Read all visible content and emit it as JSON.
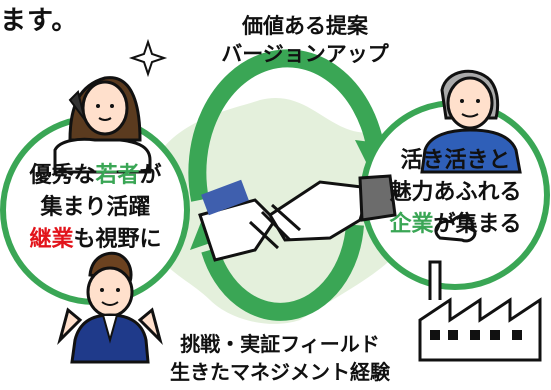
{
  "colors": {
    "green": "#3aa655",
    "red": "#e2141b",
    "map": "#e4f0dc",
    "navy": "#1f3a8a",
    "blue": "#2f5fb8"
  },
  "header": {
    "partial_text": "ます。"
  },
  "top_caption": {
    "line1": "価値ある提案",
    "line2": "バージョンアップ"
  },
  "bottom_caption": {
    "line1": "挑戦・実証フィールド",
    "line2": "生きたマネジメント経験"
  },
  "left_circle": {
    "line1_a": "優秀な",
    "line1_b": "若者",
    "line1_c": "が",
    "line2": "集まり活躍",
    "line3_a": "継業",
    "line3_b": "も視野に"
  },
  "right_circle": {
    "line1": "活き活きと",
    "line2": "魅力あふれる",
    "line3_a": "企業",
    "line3_b": "が集まる"
  },
  "icons": {
    "handshake": "handshake-icon",
    "young_woman": "young-woman-icon",
    "young_man": "young-man-icon",
    "senior_man": "senior-man-icon",
    "factory": "factory-icon",
    "sparkle": "sparkle-icon"
  }
}
